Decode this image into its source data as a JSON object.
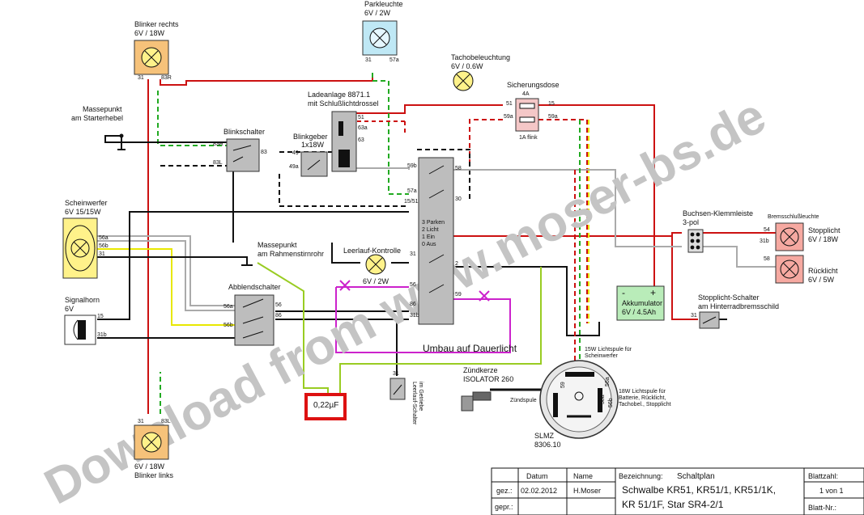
{
  "watermark": "Download from www.moser-bs.de",
  "components": {
    "blinker_rechts": {
      "name": "Blinker rechts",
      "rating": "6V / 18W",
      "pin_a": "31",
      "pin_b": "83R"
    },
    "parkleuchte": {
      "name": "Parkleuchte",
      "rating": "6V / 2W",
      "pin_a": "31",
      "pin_b": "57a"
    },
    "tachobeleuchtung": {
      "name": "Tachobeleuchtung",
      "rating": "6V / 0.6W"
    },
    "sicherungsdose": {
      "name": "Sicherungsdose",
      "fuse1": "4A",
      "fuse2": "1A flink",
      "pin_51": "51",
      "pin_15": "15",
      "pin_59a_l": "59a",
      "pin_59a_r": "59a"
    },
    "massepunkt_starter": {
      "name": "Massepunkt",
      "sub": "am Starterhebel"
    },
    "ladeanlage": {
      "name": "Ladeanlage 8871.1",
      "sub": "mit Schlußlichtdrossel",
      "pin_51": "51",
      "pin_63a": "63a",
      "pin_63": "63"
    },
    "blinkschalter": {
      "name": "Blinkschalter",
      "pin_83r": "83R",
      "pin_83l": "83L",
      "pin_83": "83"
    },
    "blinkgeber": {
      "name": "Blinkgeber",
      "rating": "1x18W",
      "pin_49": "49",
      "pin_49a": "49a"
    },
    "scheinwerfer": {
      "name": "Scheinwerfer",
      "rating": "6V 15/15W",
      "pin_56a": "56a",
      "pin_56b": "56b",
      "pin_31": "31"
    },
    "massepunkt_rahmen": {
      "name": "Massepunkt",
      "sub": "am Rahmenstirnrohr"
    },
    "leerlauf_kontrolle": {
      "name": "Leerlauf-Kontrolle",
      "rating": "6V / 2W"
    },
    "zuendschloss": {
      "pin_59b": "59b",
      "pin_58": "58",
      "pin_57a": "57a",
      "pin_15_51": "15/51",
      "pin_30": "30",
      "pos_3": "3 Parken",
      "pos_2": "2 Licht",
      "pos_1": "1 Ein",
      "pos_0": "0 Aus",
      "pin_31": "31",
      "pin_2": "2",
      "pin_56": "56",
      "pin_59": "59",
      "pin_86": "86",
      "pin_31b": "31b"
    },
    "signalhorn": {
      "name": "Signalhorn",
      "rating": "6V",
      "pin_15": "15",
      "pin_31b": "31b"
    },
    "abblendschalter": {
      "name": "Abblendschalter",
      "pin_56a": "56a",
      "pin_56": "56",
      "pin_56b": "56b",
      "pin_86": "86"
    },
    "akkumulator": {
      "name": "Akkumulator",
      "rating": "6V / 4.5Ah",
      "minus": "-",
      "plus": "+"
    },
    "buchsen": {
      "name": "Buchsen-Klemmleiste",
      "sub": "3-pol"
    },
    "bremsschluss": {
      "name": "Bremsschlußleuchte",
      "stop_name": "Stopplicht",
      "stop_rating": "6V / 18W",
      "rueck_name": "Rücklicht",
      "rueck_rating": "6V / 5W",
      "pin_54": "54",
      "pin_31b": "31b",
      "pin_58": "58"
    },
    "stopplicht_schalter": {
      "name": "Stopplicht-Schalter",
      "sub": "am Hinterradbremsschild",
      "pin_31": "31"
    },
    "umbau": {
      "label": "Umbau auf Dauerlicht"
    },
    "kondensator": {
      "label": "0,22µF"
    },
    "leerlauf_schalter": {
      "line1": "Leerlauf-Schalter",
      "line2": "im Getriebe",
      "pin_31": "31"
    },
    "zuendkerze": {
      "name": "Zündkerze",
      "sub": "ISOLATOR 260"
    },
    "zuendspule": {
      "name": "Zündspule"
    },
    "lichtspule15": {
      "line1": "15W Lichtspule für",
      "line2": "Scheinwerfer"
    },
    "lichtspule18": {
      "line1": "18W Lichtspule für",
      "line2": "Batterie, Rücklicht,",
      "line3": "Tachobel., Stopplicht"
    },
    "slmz": {
      "name": "SLMZ",
      "sub": "8306.10",
      "pin_59": "59",
      "pin_56a": "56a",
      "pin_58a": "58a",
      "pin_56b": "56b"
    },
    "blinker_links": {
      "name": "Blinker links",
      "rating": "6V / 18W",
      "pin_a": "31",
      "pin_b": "83L"
    }
  },
  "title_block": {
    "col_datum": "Datum",
    "col_name": "Name",
    "row_gez": "gez.:",
    "row_gepr": "gepr.:",
    "date": "02.02.2012",
    "author": "H.Moser",
    "bez_label": "Bezeichnung:",
    "bez_value": "Schaltplan",
    "model_line1": "Schwalbe KR51, KR51/1, KR51/1K,",
    "model_line2": "KR 51/1F, Star SR4-2/1",
    "blattzahl_label": "Blattzahl:",
    "blattzahl_value": "1 von 1",
    "blatt_nr_label": "Blatt-Nr.:"
  },
  "colors": {
    "red": "#cc1111",
    "green": "#22aa22",
    "yellow": "#e8e800",
    "lime": "#99cc22",
    "magenta": "#cc22cc",
    "gray": "#aaaaaa",
    "black": "#111111",
    "lamp_orange": "#f6c27a",
    "lamp_blue": "#bfe8f5",
    "lamp_yellow": "#fff28a",
    "lamp_red": "#f6a9a1",
    "fuse_pink": "#f4c7c7",
    "battery_green": "#b9ecb9",
    "highlight_red": "#dd1111"
  }
}
